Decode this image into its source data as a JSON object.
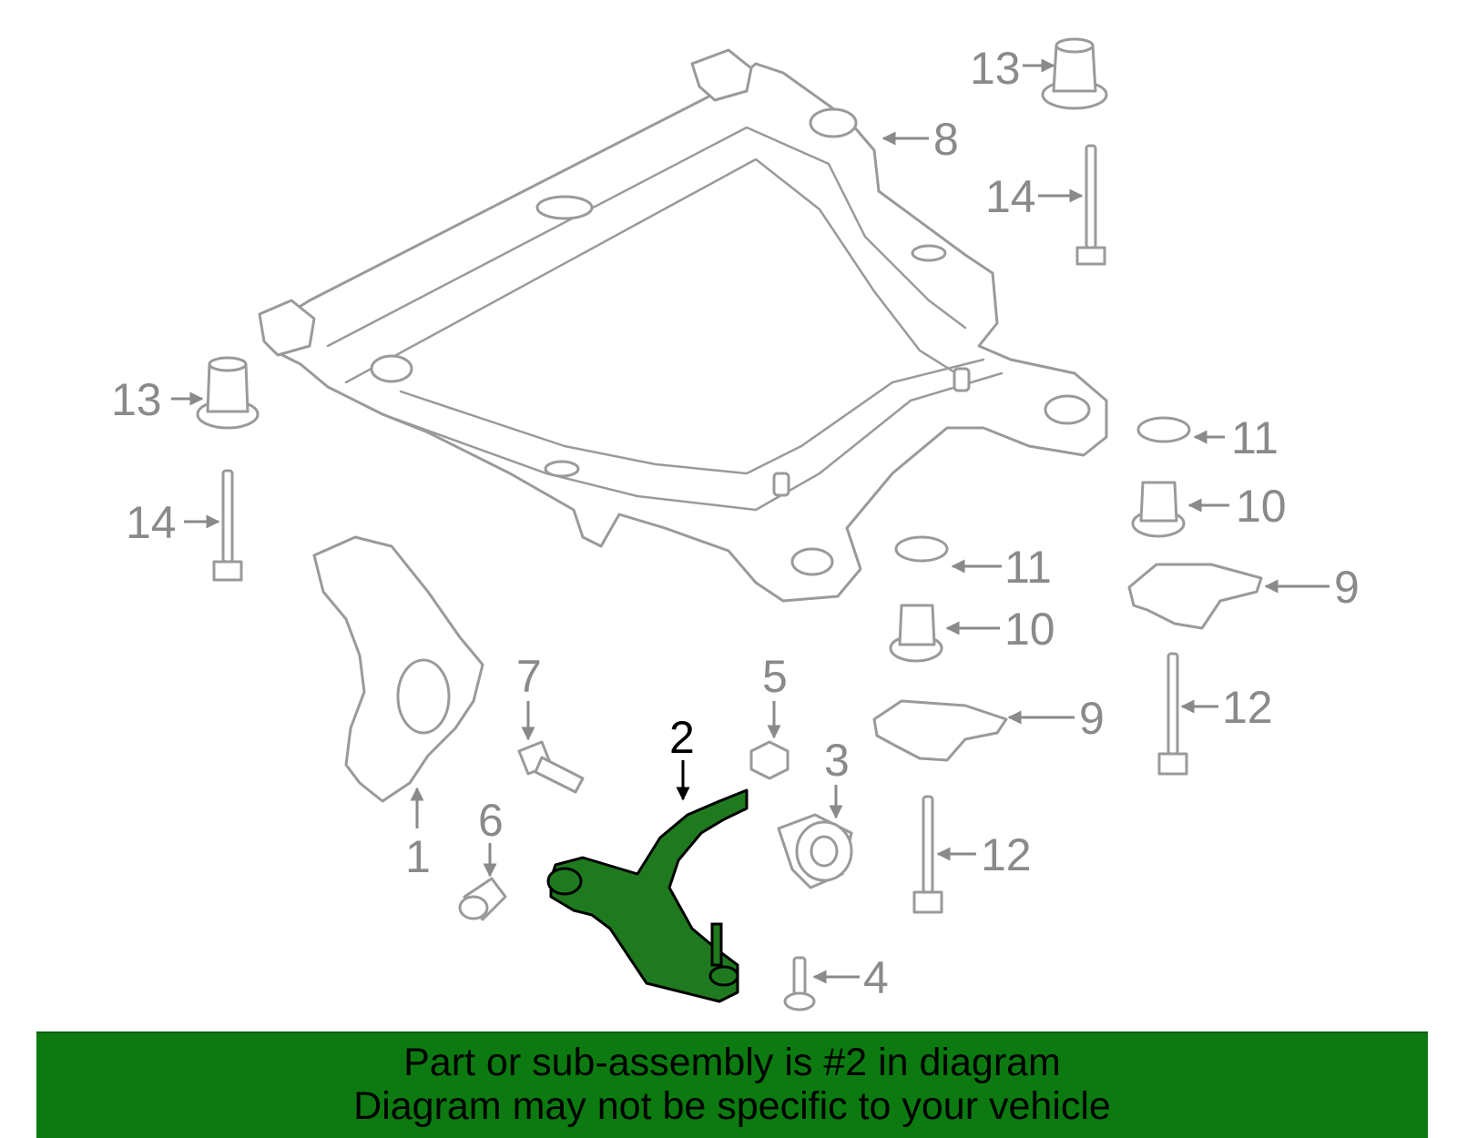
{
  "diagram": {
    "highlight_color": "#1f7a1f",
    "callouts": {
      "c1": "1",
      "c2": "2",
      "c3": "3",
      "c4": "4",
      "c5": "5",
      "c6": "6",
      "c7": "7",
      "c8": "8",
      "c9a": "9",
      "c9b": "9",
      "c10a": "10",
      "c10b": "10",
      "c11a": "11",
      "c11b": "11",
      "c12a": "12",
      "c12b": "12",
      "c13a": "13",
      "c13b": "13",
      "c14a": "14",
      "c14b": "14"
    }
  },
  "banner": {
    "line1": "Part or sub-assembly is #2 in diagram",
    "line2": "Diagram may not be specific to your vehicle",
    "background": "#0c7a10"
  }
}
